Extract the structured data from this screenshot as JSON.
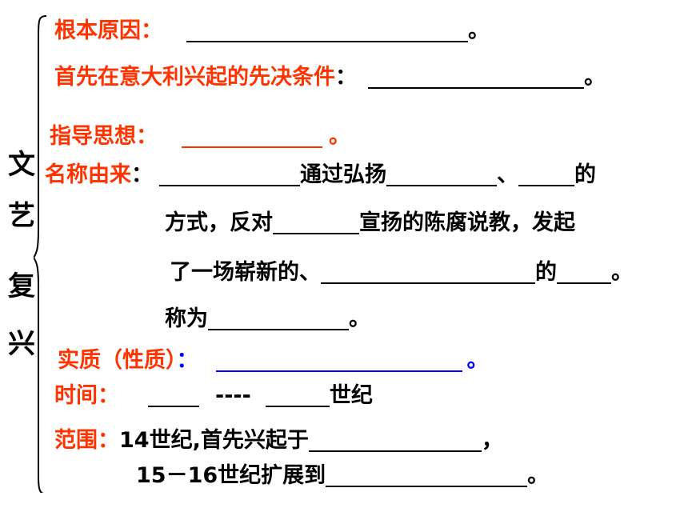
{
  "side_title": [
    "文",
    "艺",
    "复",
    "兴"
  ],
  "colors": {
    "label": "#ff3300",
    "emphasis": "#0000ff",
    "text": "#000000"
  },
  "rows": {
    "root_cause": {
      "label": "根本原因：",
      "end": "。"
    },
    "italy_first": {
      "label": "首先在意大利兴起的先决条件",
      "colon": "：",
      "end": "。"
    },
    "guiding": {
      "label": "指导思想：",
      "end": "。"
    },
    "name_origin": {
      "label": "名称由来",
      "colon": "：",
      "t1": "通过弘扬",
      "t2": "、",
      "t3": "的",
      "t4": "方式，反对",
      "t5": "宣扬的陈腐说教，发起",
      "t6": "了一场崭新的、",
      "t7": "的",
      "t8": "。",
      "t9": "称为",
      "t10": "。"
    },
    "essence": {
      "label": "实质（性质）",
      "colon": "：",
      "end": "。"
    },
    "time": {
      "label": "时间：",
      "dash": "----",
      "end": "世纪"
    },
    "scope": {
      "label": "范围：",
      "t1": "14世纪,首先兴起于",
      "t2": "，",
      "t3": "15－16世纪扩展到",
      "t4": "。"
    }
  }
}
